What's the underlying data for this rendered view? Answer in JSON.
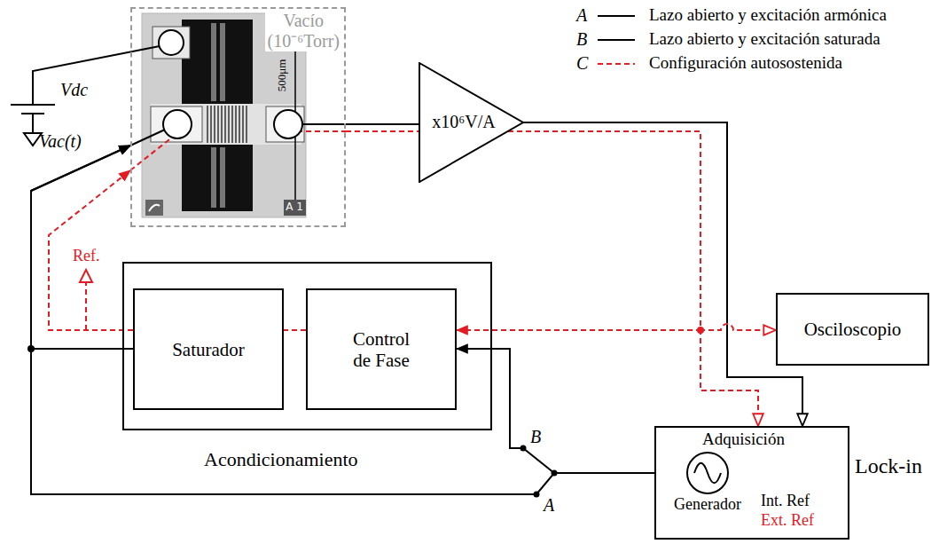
{
  "diagram": {
    "nodes": [
      {
        "text": [
          "Vacío (10⁻⁶Torr)"
        ]
      },
      {
        "text": [
          "x10⁶V/A"
        ]
      },
      {
        "text": [
          "Acondicionamiento"
        ]
      },
      {
        "text": [
          "Saturador"
        ],
        "in": 2
      },
      {
        "text": [
          "Control de Fase"
        ],
        "in": 2
      },
      {
        "text": [
          "Osciloscopio"
        ]
      },
      {
        "text": [
          "Adquisición",
          "Int. Ref",
          "Ext. Ref",
          "Lock-in"
        ]
      },
      {
        "text": [
          "Generador"
        ],
        "in": 6
      }
    ],
    "edges": [
      {
        "from": 0,
        "to": 1,
        "arrow": "none"
      },
      {
        "from": 0,
        "to": 1,
        "arrow": "none"
      },
      {
        "from": 1,
        "to": 6,
        "arrow": "to"
      },
      {
        "from": 1,
        "to": 6,
        "arrow": "to"
      },
      {
        "from": 1,
        "to": 4,
        "arrow": "to"
      },
      {
        "from": 1,
        "to": 5,
        "arrow": "to"
      },
      {
        "from": 4,
        "to": 3,
        "arrow": "none"
      },
      {
        "from": 3,
        "to": 0,
        "arrow": "to"
      },
      {
        "from": 3,
        "to": 0,
        "arrow": "to"
      },
      {
        "from": 7,
        "to": 4,
        "arrow": "to"
      },
      {
        "from": 7,
        "to": 0,
        "arrow": "to"
      }
    ],
    "labels": [
      "A",
      "B",
      "C",
      "Vdc",
      "Vac(t)",
      "500μm",
      "A 1",
      "B",
      "A",
      "Ref."
    ],
    "legend": [
      {
        "text": "Lazo abierto y excitación armónica"
      },
      {
        "text": "Lazo abierto y excitación saturada"
      },
      {
        "text": "Configuración autosostenida"
      }
    ]
  }
}
